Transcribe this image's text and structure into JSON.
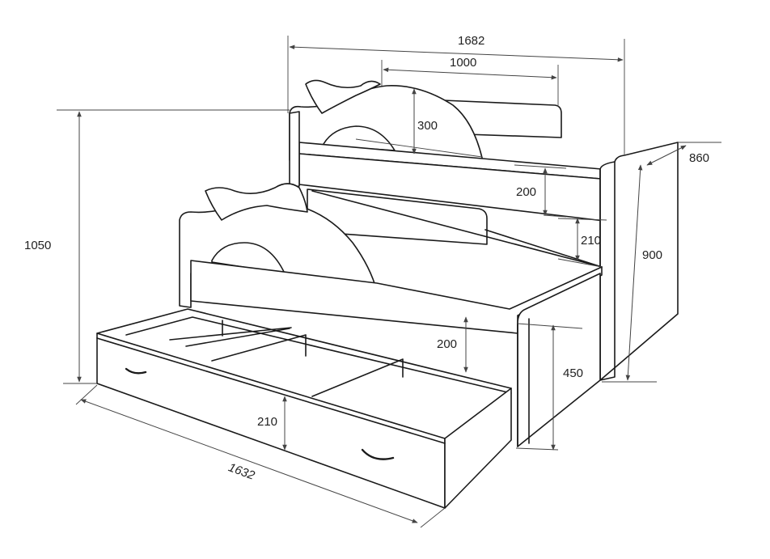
{
  "dimensions": {
    "total_length": "1682",
    "berth_length": "1000",
    "bumper_height": "300",
    "depth": "860",
    "upper_panel_height": "200",
    "lower_gap_height": "210",
    "side_panel_height": "900",
    "total_height": "1050",
    "lower_panel_height": "200",
    "lower_bed_height": "450",
    "drawer_height": "210",
    "drawer_length": "1632"
  },
  "colors": {
    "stroke": "#1a1a1a",
    "dimension": "#444444",
    "background": "#ffffff"
  }
}
